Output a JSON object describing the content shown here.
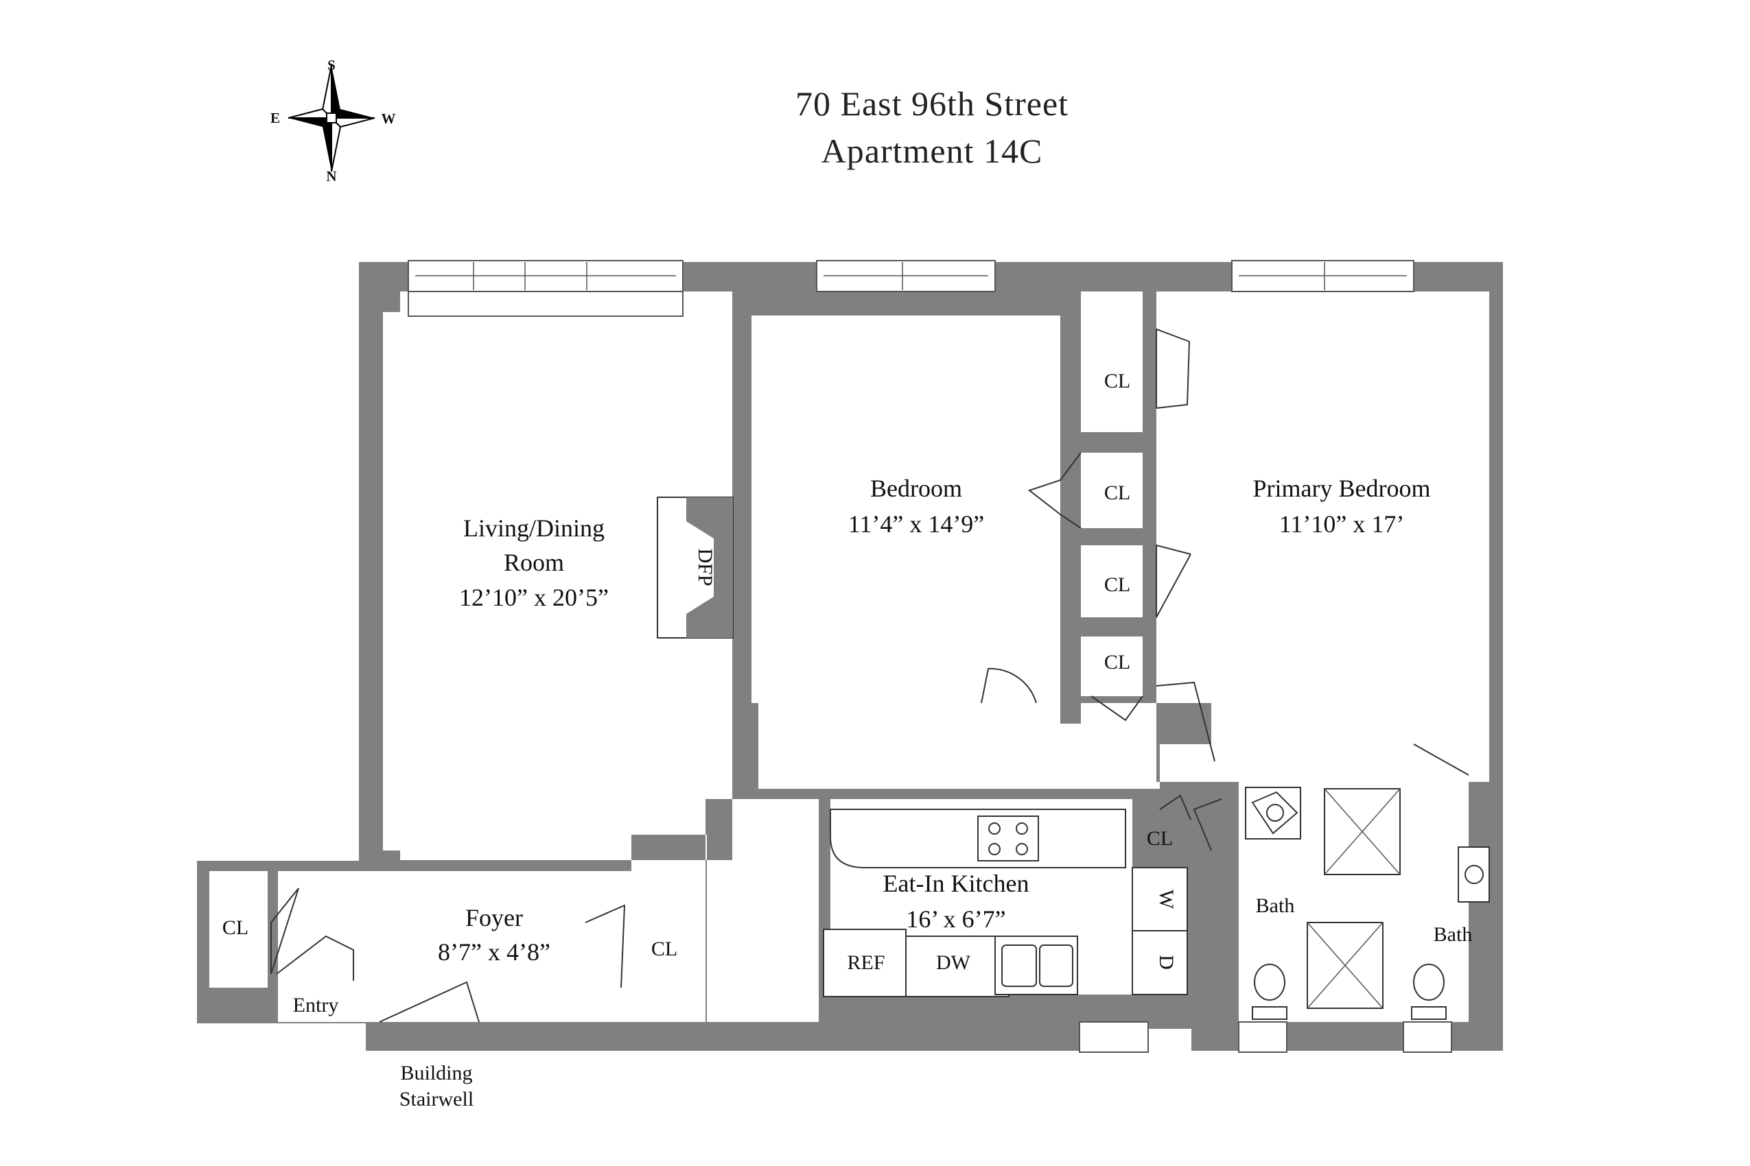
{
  "title": {
    "line1": "70 East 96th Street",
    "line2": "Apartment 14C"
  },
  "compass": {
    "north": "N",
    "south": "S",
    "east": "E",
    "west": "W"
  },
  "rooms": {
    "living": {
      "name1": "Living/Dining",
      "name2": "Room",
      "dims": "12’10” x 20’5”"
    },
    "bedroom": {
      "name": "Bedroom",
      "dims": "11’4” x 14’9”"
    },
    "primary": {
      "name": "Primary Bedroom",
      "dims": "11’10” x 17’"
    },
    "kitchen": {
      "name": "Eat-In Kitchen",
      "dims": "16’ x 6’7”"
    },
    "foyer": {
      "name": "Foyer",
      "dims": "8’7” x 4’8”"
    },
    "bath1": {
      "name": "Bath"
    },
    "bath2": {
      "name": "Bath"
    }
  },
  "closets": [
    "CL",
    "CL",
    "CL",
    "CL",
    "CL",
    "CL",
    "CL"
  ],
  "fixtures": {
    "fireplace": "DFP",
    "refrigerator": "REF",
    "dishwasher": "DW",
    "washer": "W",
    "dryer": "D"
  },
  "labels": {
    "entry": "Entry",
    "stairwell1": "Building",
    "stairwell2": "Stairwell"
  }
}
